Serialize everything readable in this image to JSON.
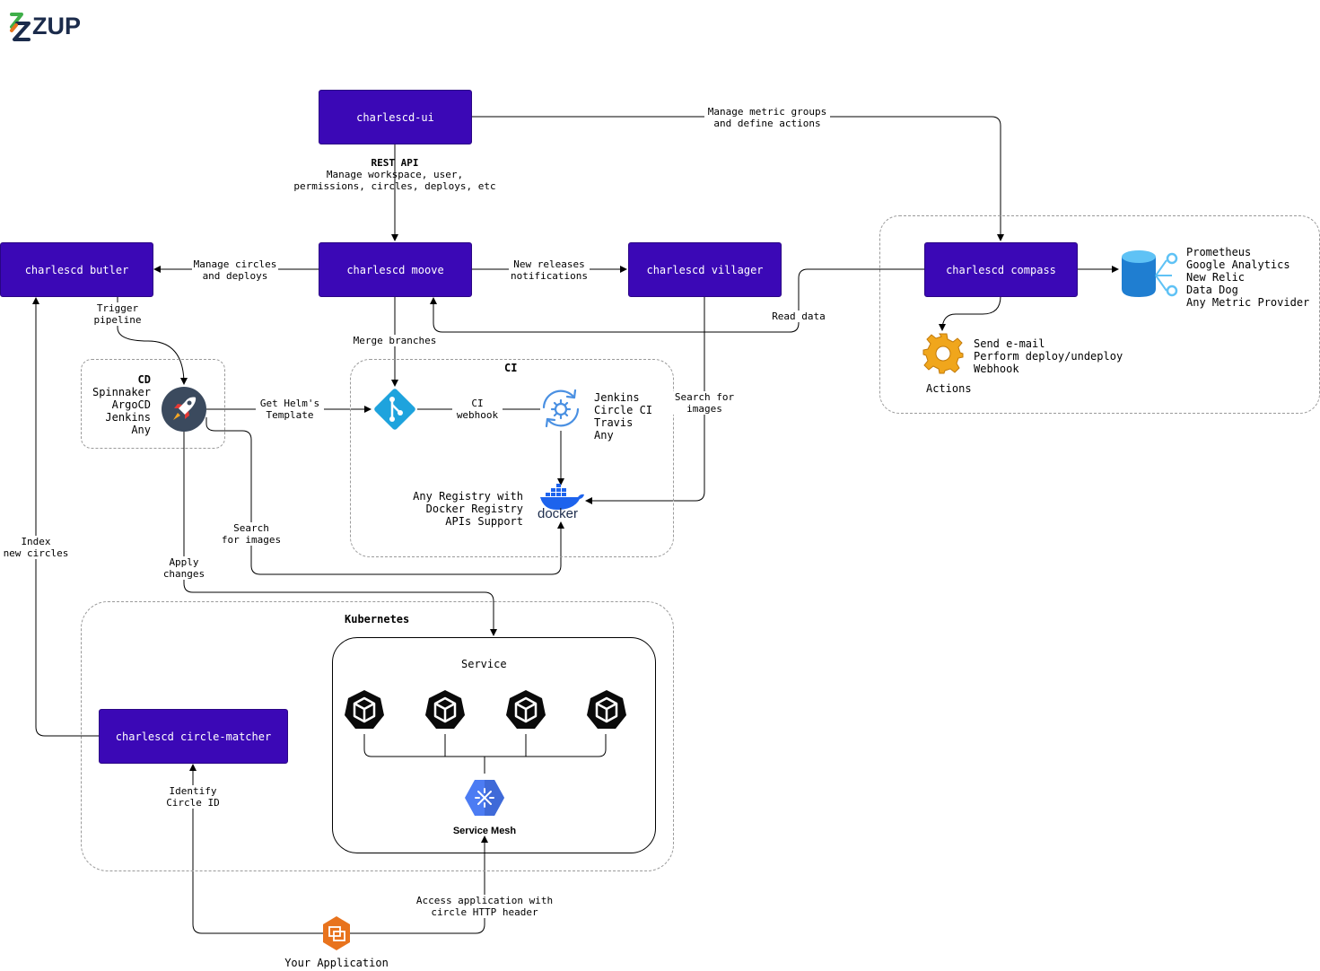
{
  "logo": {
    "text": "ZUP"
  },
  "services": {
    "ui": "charlescd-ui",
    "moove": "charlescd moove",
    "butler": "charlescd butler",
    "villager": "charlescd villager",
    "compass": "charlescd compass",
    "circle_matcher": "charlescd circle-matcher"
  },
  "labels": {
    "rest_api_title": "REST API",
    "rest_api_desc": "Manage workspace, user,\npermissions, circles, deploys, etc",
    "manage_metric": "Manage metric groups\nand define actions",
    "manage_circles": "Manage circles\nand deploys",
    "new_releases": "New releases\nnotifications",
    "read_data": "Read data",
    "trigger_pipeline": "Trigger\npipeline",
    "merge_branches": "Merge branches",
    "get_helm": "Get Helm's\nTemplate",
    "ci_webhook": "CI\nwebhook",
    "search_images_villager": "Search for\nimages",
    "search_images_cd": "Search\nfor images",
    "index_circles": "Index\nnew circles",
    "apply_changes": "Apply\nchanges",
    "identify_circle": "Identify\nCircle ID",
    "access_app": "Access application with\ncircle HTTP header"
  },
  "groups": {
    "cd_title": "CD",
    "cd_tools": "Spinnaker\nArgoCD\nJenkins\nAny",
    "ci_title": "CI",
    "ci_tools": "Jenkins\nCircle CI\nTravis\nAny",
    "registry": "Any Registry with\nDocker Registry\nAPIs Support",
    "kubernetes_title": "Kubernetes",
    "service_title": "Service",
    "service_mesh": "Service Mesh",
    "actions_title": "Actions",
    "actions_list": "Send e-mail\nPerform deploy/undeploy\nWebhook",
    "metric_providers": "Prometheus\nGoogle Analytics\nNew Relic\nData Dog\nAny Metric Provider"
  },
  "your_application": "Your Application",
  "docker_wordmark": "docker",
  "icons": [
    "zup-logo-icon",
    "rocket-icon",
    "git-icon",
    "ci-cycle-icon",
    "docker-icon",
    "database-icon",
    "gear-icon",
    "pod-icon",
    "service-mesh-icon",
    "application-icon"
  ],
  "colors": {
    "service_box": "#3b08b6",
    "git": "#1ea3dd",
    "ci": "#4a90e2",
    "docker": "#1d63ed",
    "mesh": "#4c7cf3",
    "app": "#e8731d",
    "gear": "#f0a61c",
    "db": "#1f7ed1"
  }
}
